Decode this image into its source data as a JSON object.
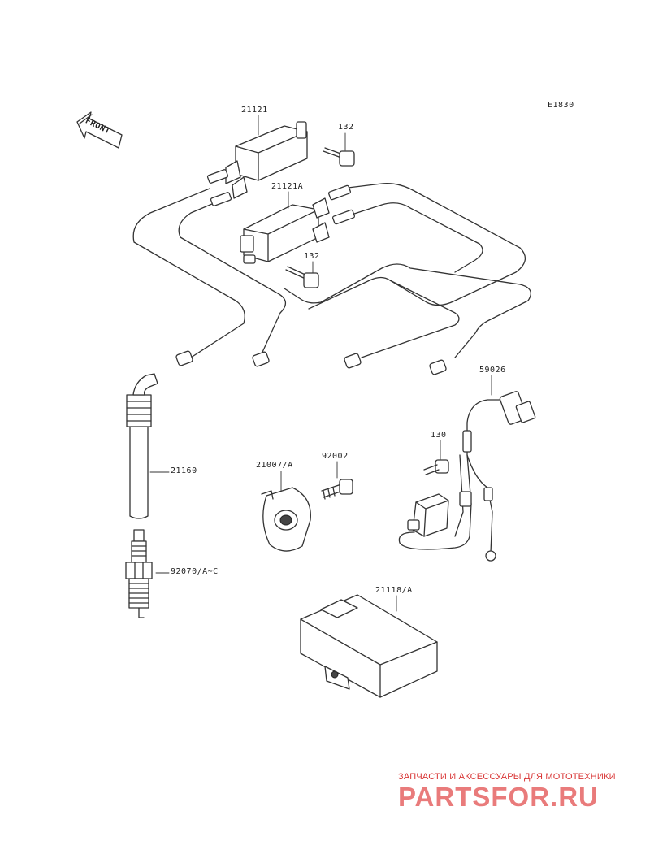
{
  "diagram_code": "E1830",
  "front_label": "FRONT",
  "parts": {
    "ignition_coil_1": "21121",
    "ignition_coil_2": "21121A",
    "bolt_coil_1": "132",
    "bolt_coil_2": "132",
    "spark_plug_cap": "21160",
    "spark_plug": "92070/A~C",
    "pickup_plate": "21007/A",
    "screw": "92002",
    "bolt_sensor": "130",
    "sensor_harness": "59026",
    "igniter": "21118/A"
  },
  "watermark": {
    "tagline": "ЗАПЧАСТИ И АКСЕССУАРЫ ДЛЯ МОТОТЕХНИКИ",
    "brand": "PARTSFOR.RU",
    "color": "#d93636"
  }
}
